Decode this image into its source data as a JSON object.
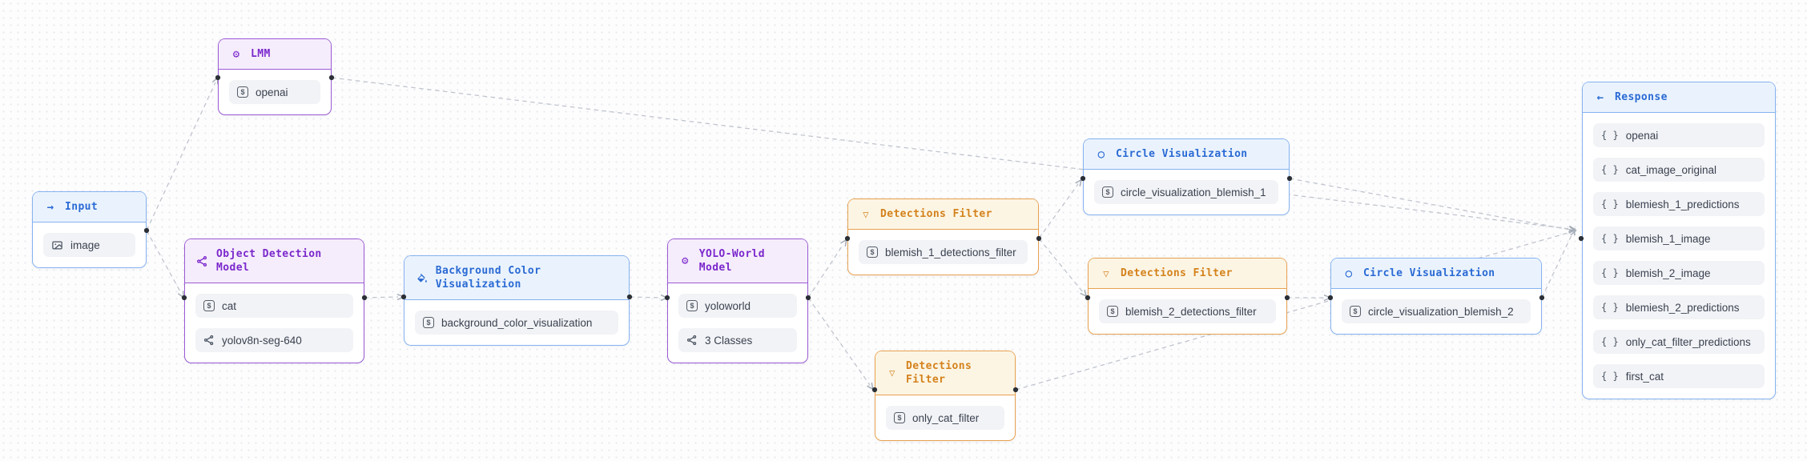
{
  "app": {
    "kind": "workflow-graph-editor"
  },
  "colors": {
    "blue_accent": "#2a6ad4",
    "purple_accent": "#7b28cc",
    "orange_accent": "#d4821c",
    "edge_color": "#c0c5cd",
    "chip_bg": "#f2f3f6"
  },
  "nodes": [
    {
      "id": "input",
      "title": "Input",
      "icon": "arrow-right-icon",
      "color": "blue",
      "items": [
        {
          "icon": "image-icon",
          "label": "image"
        }
      ]
    },
    {
      "id": "lmm",
      "title": "LMM",
      "icon": "gear-icon",
      "color": "purple",
      "items": [
        {
          "icon": "dollar-box-icon",
          "label": "openai"
        }
      ]
    },
    {
      "id": "object_detection_model",
      "title": "Object Detection Model",
      "icon": "network-icon",
      "color": "purple",
      "items": [
        {
          "icon": "dollar-box-icon",
          "label": "cat"
        },
        {
          "icon": "network-icon",
          "label": "yolov8n-seg-640"
        }
      ]
    },
    {
      "id": "background_color_visualization",
      "title": "Background Color Visualization",
      "icon": "paint-bucket-icon",
      "color": "blue",
      "items": [
        {
          "icon": "dollar-box-icon",
          "label": "background_color_visualization"
        }
      ]
    },
    {
      "id": "yolo_world_model",
      "title": "YOLO-World Model",
      "icon": "gear-icon",
      "color": "purple",
      "items": [
        {
          "icon": "dollar-box-icon",
          "label": "yoloworld"
        },
        {
          "icon": "network-icon",
          "label": "3 Classes"
        }
      ]
    },
    {
      "id": "blemish_1_detections_filter",
      "title": "Detections Filter",
      "icon": "funnel-icon",
      "color": "orange",
      "items": [
        {
          "icon": "dollar-box-icon",
          "label": "blemish_1_detections_filter"
        }
      ]
    },
    {
      "id": "circle_visualization_blemish_1",
      "title": "Circle Visualization",
      "icon": "circle-icon",
      "color": "blue",
      "items": [
        {
          "icon": "dollar-box-icon",
          "label": "circle_visualization_blemish_1"
        }
      ]
    },
    {
      "id": "blemish_2_detections_filter",
      "title": "Detections Filter",
      "icon": "funnel-icon",
      "color": "orange",
      "items": [
        {
          "icon": "dollar-box-icon",
          "label": "blemish_2_detections_filter"
        }
      ]
    },
    {
      "id": "circle_visualization_blemish_2",
      "title": "Circle Visualization",
      "icon": "circle-icon",
      "color": "blue",
      "items": [
        {
          "icon": "dollar-box-icon",
          "label": "circle_visualization_blemish_2"
        }
      ]
    },
    {
      "id": "only_cat_filter",
      "title": "Detections Filter",
      "icon": "funnel-icon",
      "color": "orange",
      "items": [
        {
          "icon": "dollar-box-icon",
          "label": "only_cat_filter"
        }
      ]
    },
    {
      "id": "response",
      "title": "Response",
      "icon": "arrow-left-icon",
      "color": "blue",
      "items": [
        {
          "icon": "braces-icon",
          "label": "openai"
        },
        {
          "icon": "braces-icon",
          "label": "cat_image_original"
        },
        {
          "icon": "braces-icon",
          "label": "blemiesh_1_predictions"
        },
        {
          "icon": "braces-icon",
          "label": "blemish_1_image"
        },
        {
          "icon": "braces-icon",
          "label": "blemish_2_image"
        },
        {
          "icon": "braces-icon",
          "label": "blemiesh_2_predictions"
        },
        {
          "icon": "braces-icon",
          "label": "only_cat_filter_predictions"
        },
        {
          "icon": "braces-icon",
          "label": "first_cat"
        }
      ]
    }
  ],
  "edges": [
    {
      "from": "input",
      "to": "lmm"
    },
    {
      "from": "input",
      "to": "object_detection_model"
    },
    {
      "from": "object_detection_model",
      "to": "background_color_visualization"
    },
    {
      "from": "background_color_visualization",
      "to": "yolo_world_model"
    },
    {
      "from": "yolo_world_model",
      "to": "blemish_1_detections_filter"
    },
    {
      "from": "yolo_world_model",
      "to": "only_cat_filter"
    },
    {
      "from": "blemish_1_detections_filter",
      "to": "circle_visualization_blemish_1"
    },
    {
      "from": "blemish_1_detections_filter",
      "to": "blemish_2_detections_filter"
    },
    {
      "from": "blemish_2_detections_filter",
      "to": "circle_visualization_blemish_2"
    },
    {
      "from": "lmm",
      "to": "response"
    },
    {
      "from": "circle_visualization_blemish_1",
      "to": "response"
    },
    {
      "from": "circle_visualization_blemish_2",
      "to": "response"
    },
    {
      "from": "only_cat_filter",
      "to": "response"
    }
  ]
}
